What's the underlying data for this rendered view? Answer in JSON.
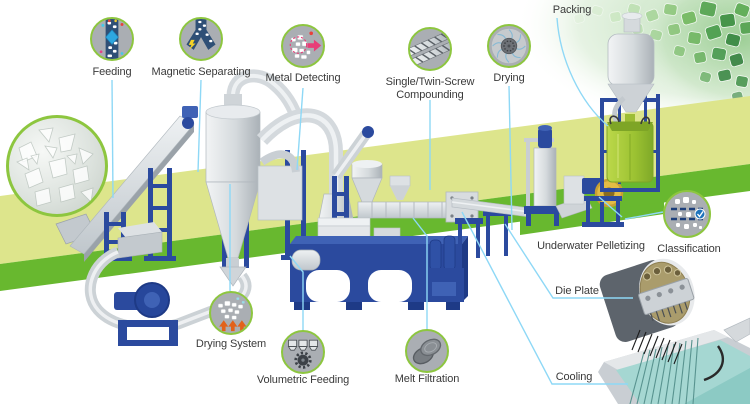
{
  "colors": {
    "callout_ring_green": "#8dc63f",
    "callout_line_blue": "#8ed8f6",
    "band_light_green": "#dde58c",
    "band_dark_green": "#68b82f",
    "machine_blue": "#2b4a9e",
    "machine_silver": "#d8dcdf",
    "bag_green": "#a6c93a",
    "pelletizer_yellow": "#e3bc45",
    "water_teal": "#a5d7d2",
    "die_face_tan": "#aa9c6c",
    "label_text": "#3a3a3a"
  },
  "callouts": {
    "feeding": {
      "label": "Feeding",
      "icon": "feeding-flakes-icon"
    },
    "magnetic_separating": {
      "label": "Magnetic Separating",
      "icon": "magnet-separator-icon"
    },
    "metal_detecting": {
      "label": "Metal Detecting",
      "icon": "metal-detect-icon"
    },
    "compounding": {
      "label": "Single/Twin-Screw\nCompounding",
      "icon": "twin-screw-icon"
    },
    "drying": {
      "label": "Drying",
      "icon": "centrifugal-dryer-icon"
    },
    "packing": {
      "label": "Packing"
    },
    "underwater_pelletizing": {
      "label": "Underwater Pelletizing"
    },
    "classification": {
      "label": "Classification",
      "icon": "sieve-check-icon"
    },
    "die_plate": {
      "label": "Die Plate"
    },
    "cooling": {
      "label": "Cooling"
    },
    "drying_system": {
      "label": "Drying System",
      "icon": "hot-air-flakes-icon"
    },
    "volumetric_feeding": {
      "label": "Volumetric Feeding",
      "icon": "dosing-hoppers-icon"
    },
    "melt_filtration": {
      "label": "Melt Filtration",
      "icon": "filter-screens-icon"
    }
  }
}
